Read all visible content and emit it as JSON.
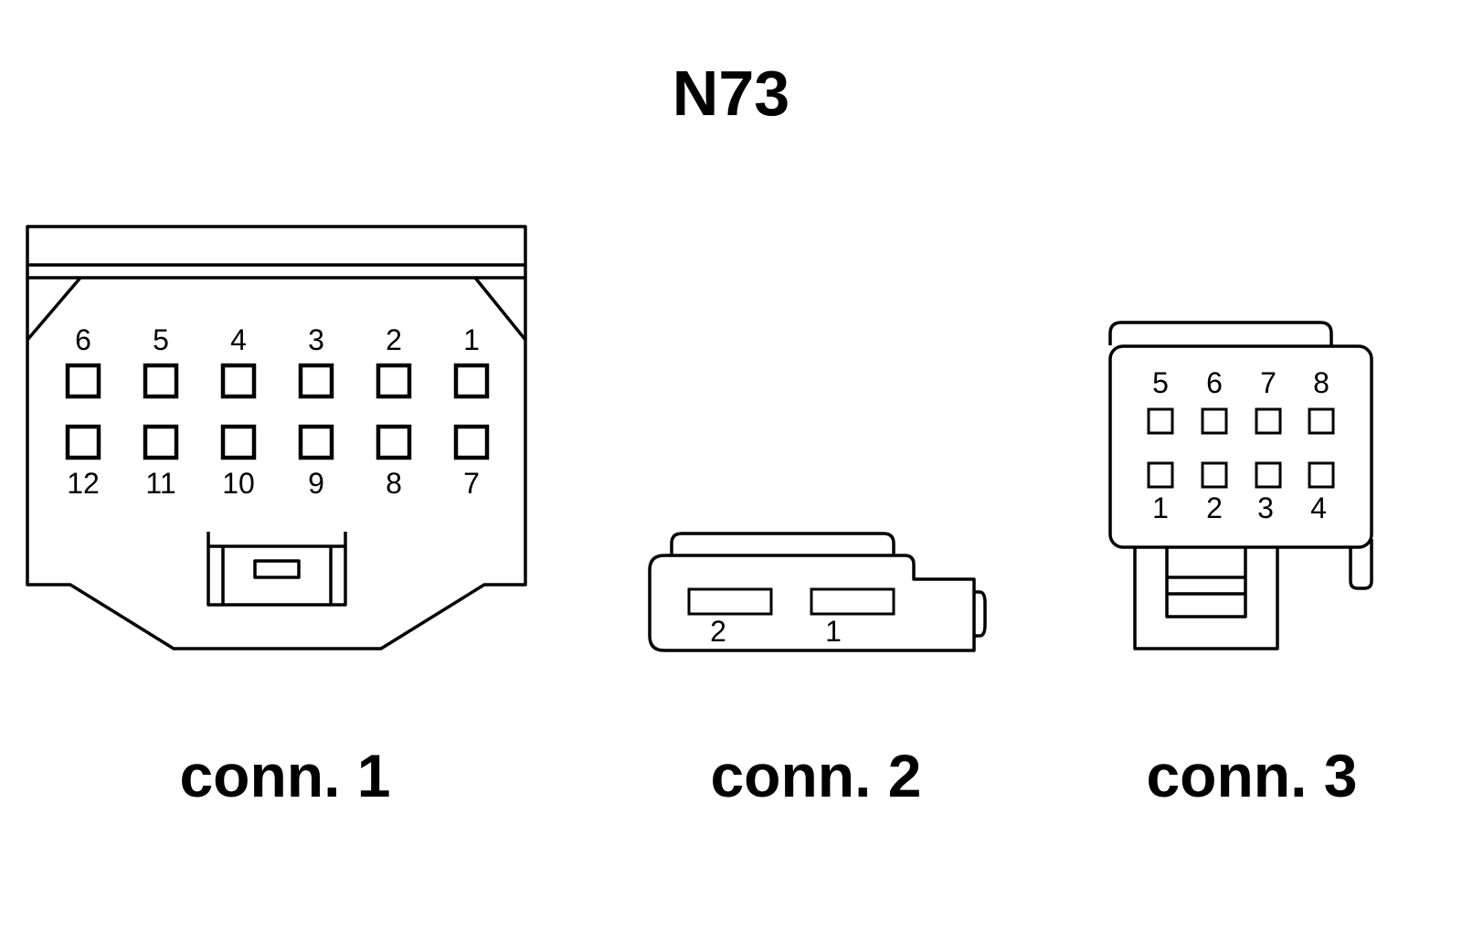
{
  "title": "N73",
  "connectors": [
    {
      "label": "conn. 1",
      "pins_top": [
        "6",
        "5",
        "4",
        "3",
        "2",
        "1"
      ],
      "pins_bottom": [
        "12",
        "11",
        "10",
        "9",
        "8",
        "7"
      ]
    },
    {
      "label": "conn. 2",
      "pins": [
        "2",
        "1"
      ]
    },
    {
      "label": "conn. 3",
      "pins_top": [
        "5",
        "6",
        "7",
        "8"
      ],
      "pins_bottom": [
        "1",
        "2",
        "3",
        "4"
      ]
    }
  ]
}
